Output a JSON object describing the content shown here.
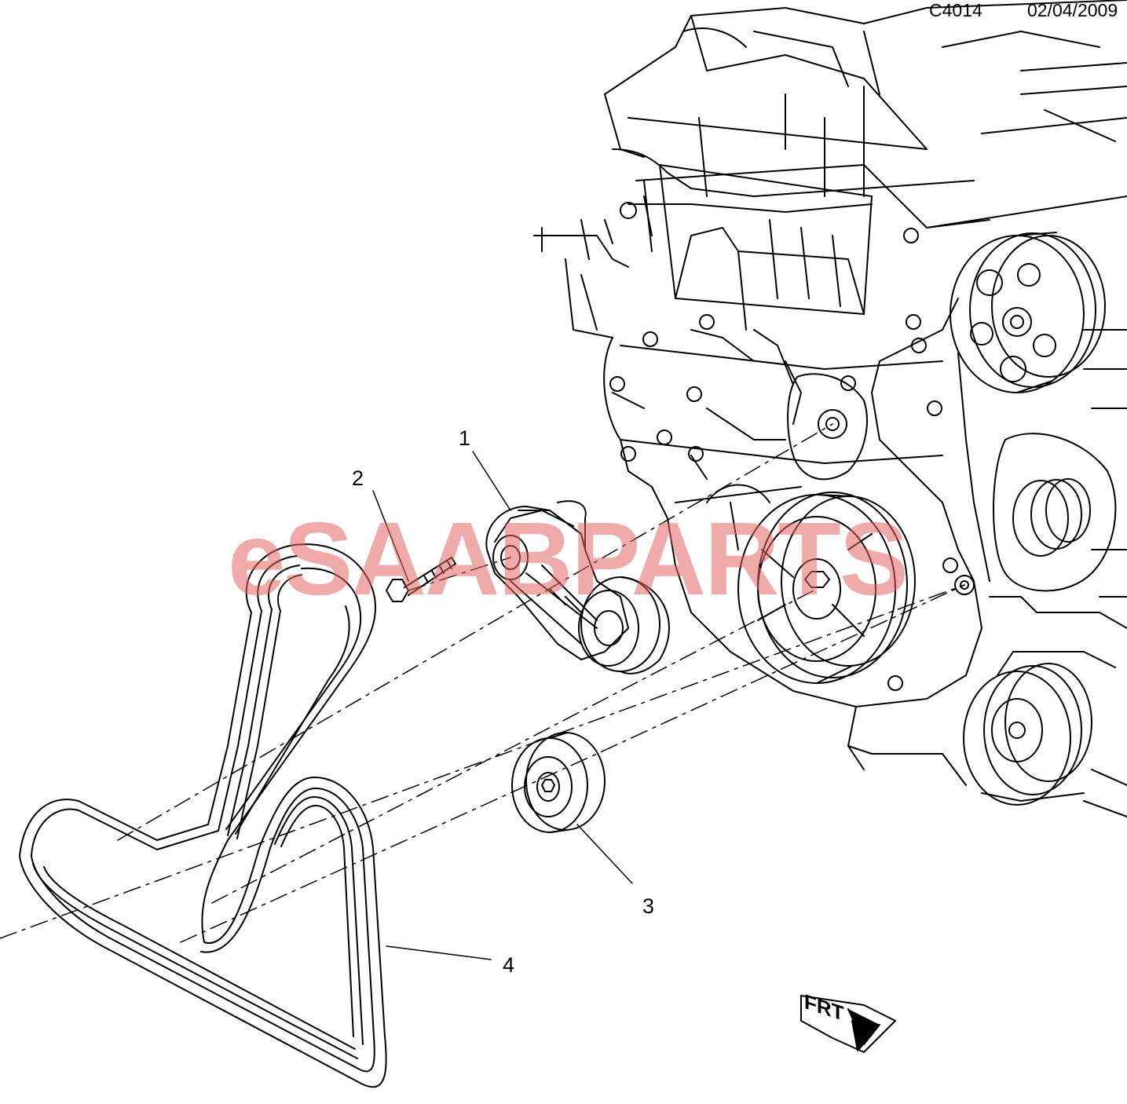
{
  "header": {
    "ref_code": "C4014",
    "date": "02/04/2009"
  },
  "callouts": [
    {
      "number": "1",
      "part": "belt tensioner"
    },
    {
      "number": "2",
      "part": "bolt"
    },
    {
      "number": "3",
      "part": "idler pulley"
    },
    {
      "number": "4",
      "part": "drive belt"
    }
  ],
  "watermark": "eSAABPARTS",
  "front_indicator": "FRT",
  "colors": {
    "line": "#000000",
    "watermark": "#e66464",
    "background": "#ffffff"
  }
}
